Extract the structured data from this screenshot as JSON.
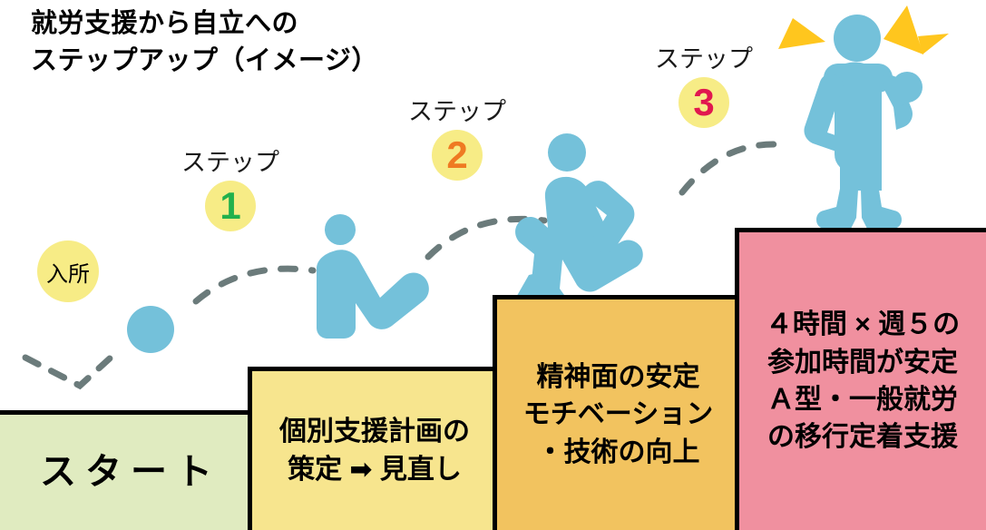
{
  "title": "就労支援から自立への\nステップアップ（イメージ）",
  "entry_badge": {
    "label": "入所"
  },
  "step_labels": [
    {
      "word": "ステップ",
      "number": "1",
      "number_color": "#22b14c"
    },
    {
      "word": "ステップ",
      "number": "2",
      "number_color": "#ef7a22"
    },
    {
      "word": "ステップ",
      "number": "3",
      "number_color": "#e1174f"
    }
  ],
  "stairs": [
    {
      "name": "start",
      "color": "#e0ebc0",
      "lines": [
        "スタート"
      ]
    },
    {
      "name": "step-1",
      "color": "#f7e58e",
      "lines": [
        "個別支援計画の",
        "策定 ➡ 見直し"
      ]
    },
    {
      "name": "step-2",
      "color": "#f2c35f",
      "lines": [
        "精神面の安定",
        "モチベーション",
        "・技術の向上"
      ]
    },
    {
      "name": "step-3",
      "color": "#f0909f",
      "lines": [
        "４時間 × 週５の",
        "参加時間が安定",
        "Ａ型・一般就労",
        "の移行定着支援"
      ]
    }
  ],
  "figures": [
    {
      "name": "crawling-person-icon",
      "color": "#74c1da"
    },
    {
      "name": "running-person-icon",
      "color": "#74c1da"
    },
    {
      "name": "celebrating-person-icon",
      "color": "#74c1da"
    }
  ],
  "decorations": {
    "dashed_path_color": "#6b7b7b",
    "burst_color": "#ffc61e",
    "start_dot_color": "#74c1da"
  }
}
